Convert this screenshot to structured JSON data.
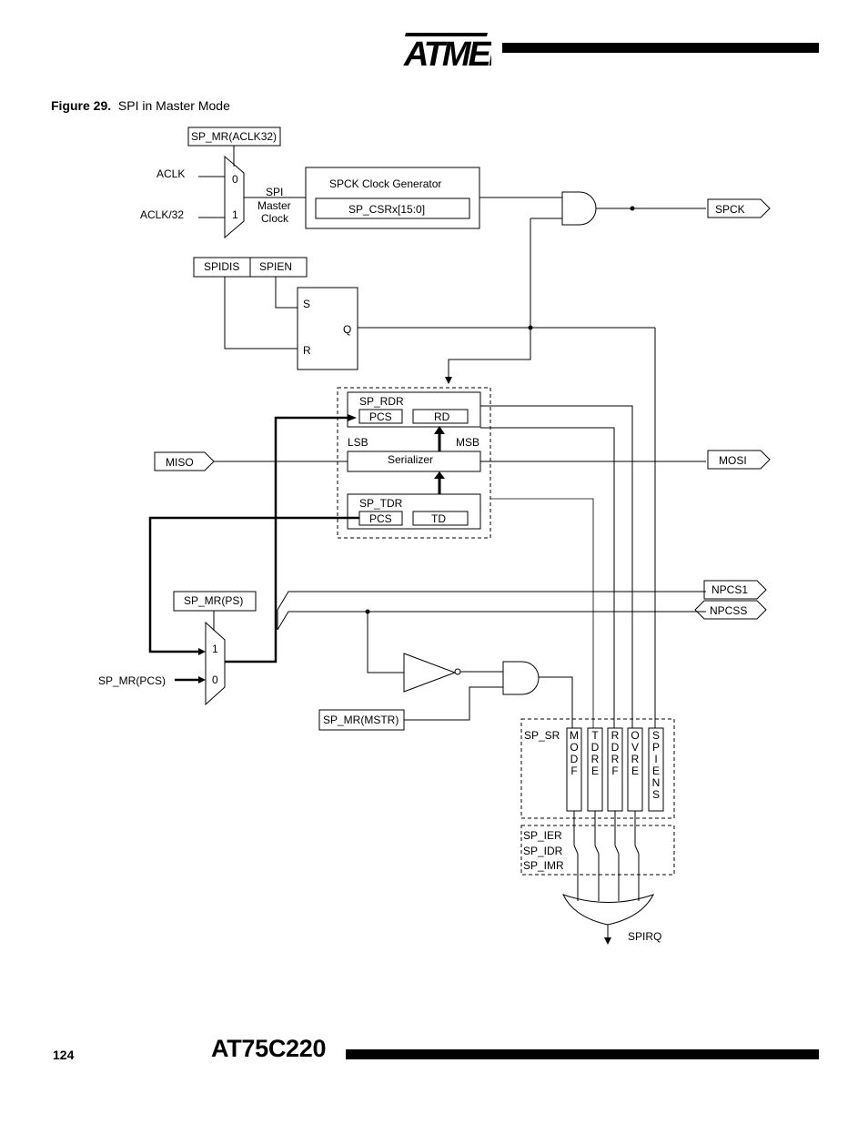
{
  "header": {
    "logo_text": "ATMEL"
  },
  "caption": {
    "number": "Figure 29.",
    "title": "SPI in Master Mode"
  },
  "diagram": {
    "registers": {
      "aclk32": "SP_MR(ACLK32)",
      "spidis": "SPIDIS",
      "spien": "SPIEN",
      "mr_ps": "SP_MR(PS)",
      "mr_mstr": "SP_MR(MSTR)",
      "csrx": "SP_CSRx[15:0]"
    },
    "inputs": {
      "aclk": "ACLK",
      "aclk_div": "ACLK/32",
      "mr_pcs": "SP_MR(PCS)",
      "miso": "MISO"
    },
    "outputs": {
      "spck": "SPCK",
      "mosi": "MOSI",
      "npcs1": "NPCS1",
      "npcss": "NPCSS",
      "spirq": "SPIRQ"
    },
    "mux_top": {
      "in0": "0",
      "in1": "1",
      "out_line1": "SPI",
      "out_line2": "Master",
      "out_line3": "Clock"
    },
    "mux_bottom": {
      "in1": "1",
      "in0": "0"
    },
    "clock_generator": "SPCK Clock Generator",
    "flipflop": {
      "s": "S",
      "q": "Q",
      "r": "R"
    },
    "rdr": {
      "name": "SP_RDR",
      "pcs": "PCS",
      "rd": "RD"
    },
    "tdr": {
      "name": "SP_TDR",
      "pcs": "PCS",
      "td": "TD"
    },
    "serializer": {
      "name": "Serializer",
      "lsb": "LSB",
      "msb": "MSB"
    },
    "status": {
      "sr": "SP_SR",
      "bits": [
        {
          "letters": [
            "M",
            "O",
            "D",
            "F"
          ]
        },
        {
          "letters": [
            "T",
            "D",
            "R",
            "E"
          ]
        },
        {
          "letters": [
            "R",
            "D",
            "R",
            "F"
          ]
        },
        {
          "letters": [
            "O",
            "V",
            "R",
            "E"
          ]
        },
        {
          "letters": [
            "S",
            "P",
            "I",
            "E",
            "N",
            "S"
          ]
        }
      ],
      "masks": [
        "SP_IER",
        "SP_IDR",
        "SP_IMR"
      ]
    }
  },
  "footer": {
    "page_number": "124",
    "doc_title": "AT75C220"
  }
}
